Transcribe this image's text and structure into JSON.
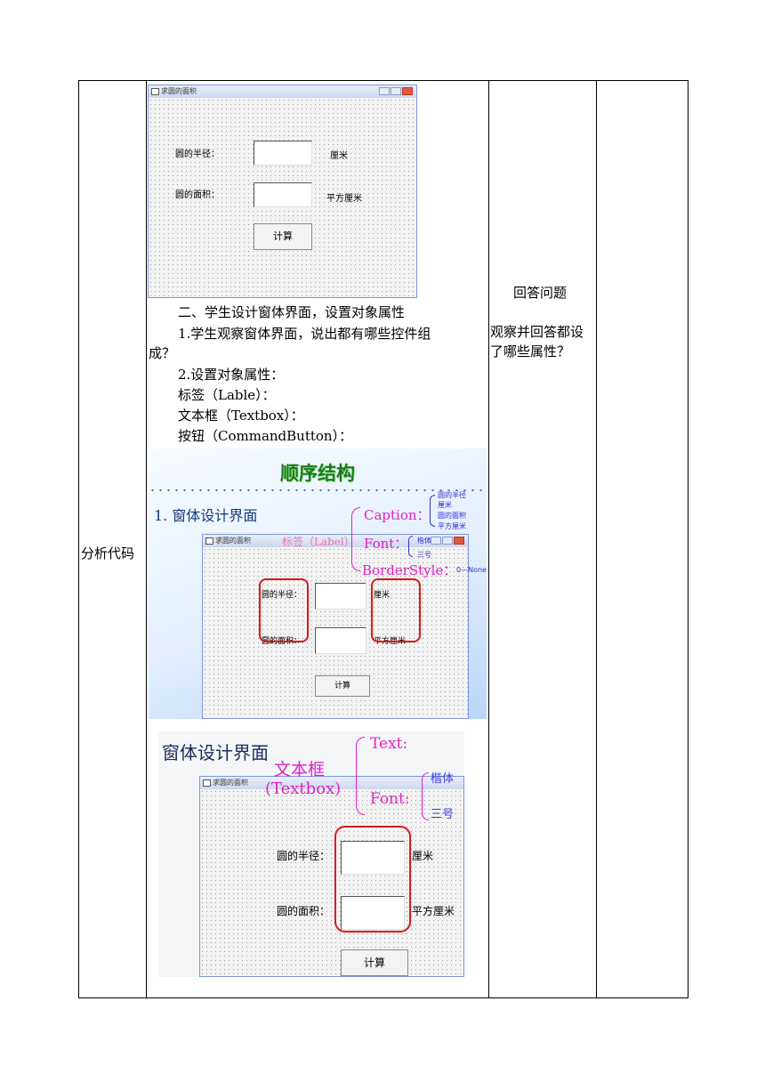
{
  "table": {
    "col1_label": "分析代码",
    "col3_line1": "回答问题",
    "col3_line2": "观察并回答都设了哪些属性？"
  },
  "form1": {
    "title": "求圆的面积",
    "radius_label": "圆的半径：",
    "radius_unit": "厘米",
    "area_label": "圆的面积：",
    "area_unit": "平方厘米",
    "calc_button": "计算"
  },
  "text": {
    "heading": "二、学生设计窗体界面，设置对象属性",
    "item1_a": "1.学生观察窗体界面，说出都有哪些控件组",
    "item1_b": "成？",
    "item2": "2.设置对象属性：",
    "label_line": "标签（Lable）：",
    "textbox_line": "文本框（Textbox）：",
    "button_line": "按钮（CommandButton）："
  },
  "slide1": {
    "title": "顺序结构",
    "subtitle": "1. 窗体设计界面",
    "label_tag": "标签（Label）",
    "caption": "Caption：",
    "caption_values": [
      "圆的半径",
      "厘米",
      "圆的面积",
      "平方厘米"
    ],
    "font": "Font：",
    "font_values": [
      "楷体",
      "三号"
    ],
    "borderstyle": "BorderStyle：",
    "borderstyle_value": "0—None",
    "form_title": "求圆的面积",
    "radius_label": "圆的半径：",
    "radius_unit": "厘米",
    "area_label": "圆的面积：",
    "area_unit": "平方厘米",
    "calc_button": "计算"
  },
  "slide2": {
    "title": "窗体设计界面",
    "textbox_tag": "文本框",
    "textbox_tag2": "(Textbox)",
    "text_prop": "Text:",
    "font_prop": "Font:",
    "font_values": [
      "楷体",
      "三号"
    ],
    "form_title": "求圆的面积",
    "radius_label": "圆的半径：",
    "radius_unit": "厘米",
    "area_label": "圆的面积：",
    "area_unit": "平方厘米",
    "calc_button": "计算"
  }
}
